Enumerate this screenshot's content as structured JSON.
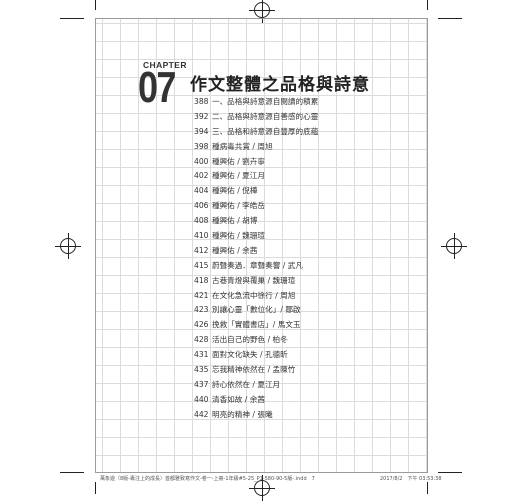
{
  "chapter": {
    "label": "CHAPTER",
    "number": "07",
    "title": "作文整體之品格與詩意"
  },
  "toc": [
    {
      "page": "388",
      "title": "一、品格與詩意源自閱讀的積累"
    },
    {
      "page": "392",
      "title": "二、品格與詩意源自善感的心靈"
    },
    {
      "page": "394",
      "title": "三、品格和詩意源自豐厚的底蘊"
    },
    {
      "page": "398",
      "title": "種病毒共賞 / 周旭"
    },
    {
      "page": "400",
      "title": "種興佑 / 劉卉寧"
    },
    {
      "page": "402",
      "title": "種興佑 / 夏江月"
    },
    {
      "page": "404",
      "title": "種興佑 / 倪樺"
    },
    {
      "page": "406",
      "title": "種興佑 / 李皓岳"
    },
    {
      "page": "408",
      "title": "種興佑 / 胡博"
    },
    {
      "page": "410",
      "title": "種興佑 / 魏珊瑄"
    },
    {
      "page": "412",
      "title": "種興佑 / 余茜"
    },
    {
      "page": "415",
      "title": "蔚聲奏過．章聲奏響 / 武凡"
    },
    {
      "page": "418",
      "title": "古巷青燈與覆巢 / 魏珊瑄"
    },
    {
      "page": "421",
      "title": "在文化急流中徐行 / 周旭"
    },
    {
      "page": "423",
      "title": "別讓心靈「數位化」/ 鄒啟"
    },
    {
      "page": "426",
      "title": "挽救「實體書店」/ 馬文玉"
    },
    {
      "page": "428",
      "title": "活出自己的野色 / 柏冬"
    },
    {
      "page": "431",
      "title": "面對文化缺失 / 孔德昕"
    },
    {
      "page": "435",
      "title": "忘我精神依然在 / 孟陳竹"
    },
    {
      "page": "437",
      "title": "詩心依然在 / 夏江月"
    },
    {
      "page": "440",
      "title": "清香如故 / 余茜"
    },
    {
      "page": "442",
      "title": "明亮的精神 / 張曦"
    }
  ],
  "footer": {
    "left": "萬象遊（8版-專注上的成長）首都雅致寫作文-卷一-上冊-1年級#5-25_P1-580-90-5版-.indd　7",
    "right": "2017/8/2　下午 03:53:38"
  }
}
